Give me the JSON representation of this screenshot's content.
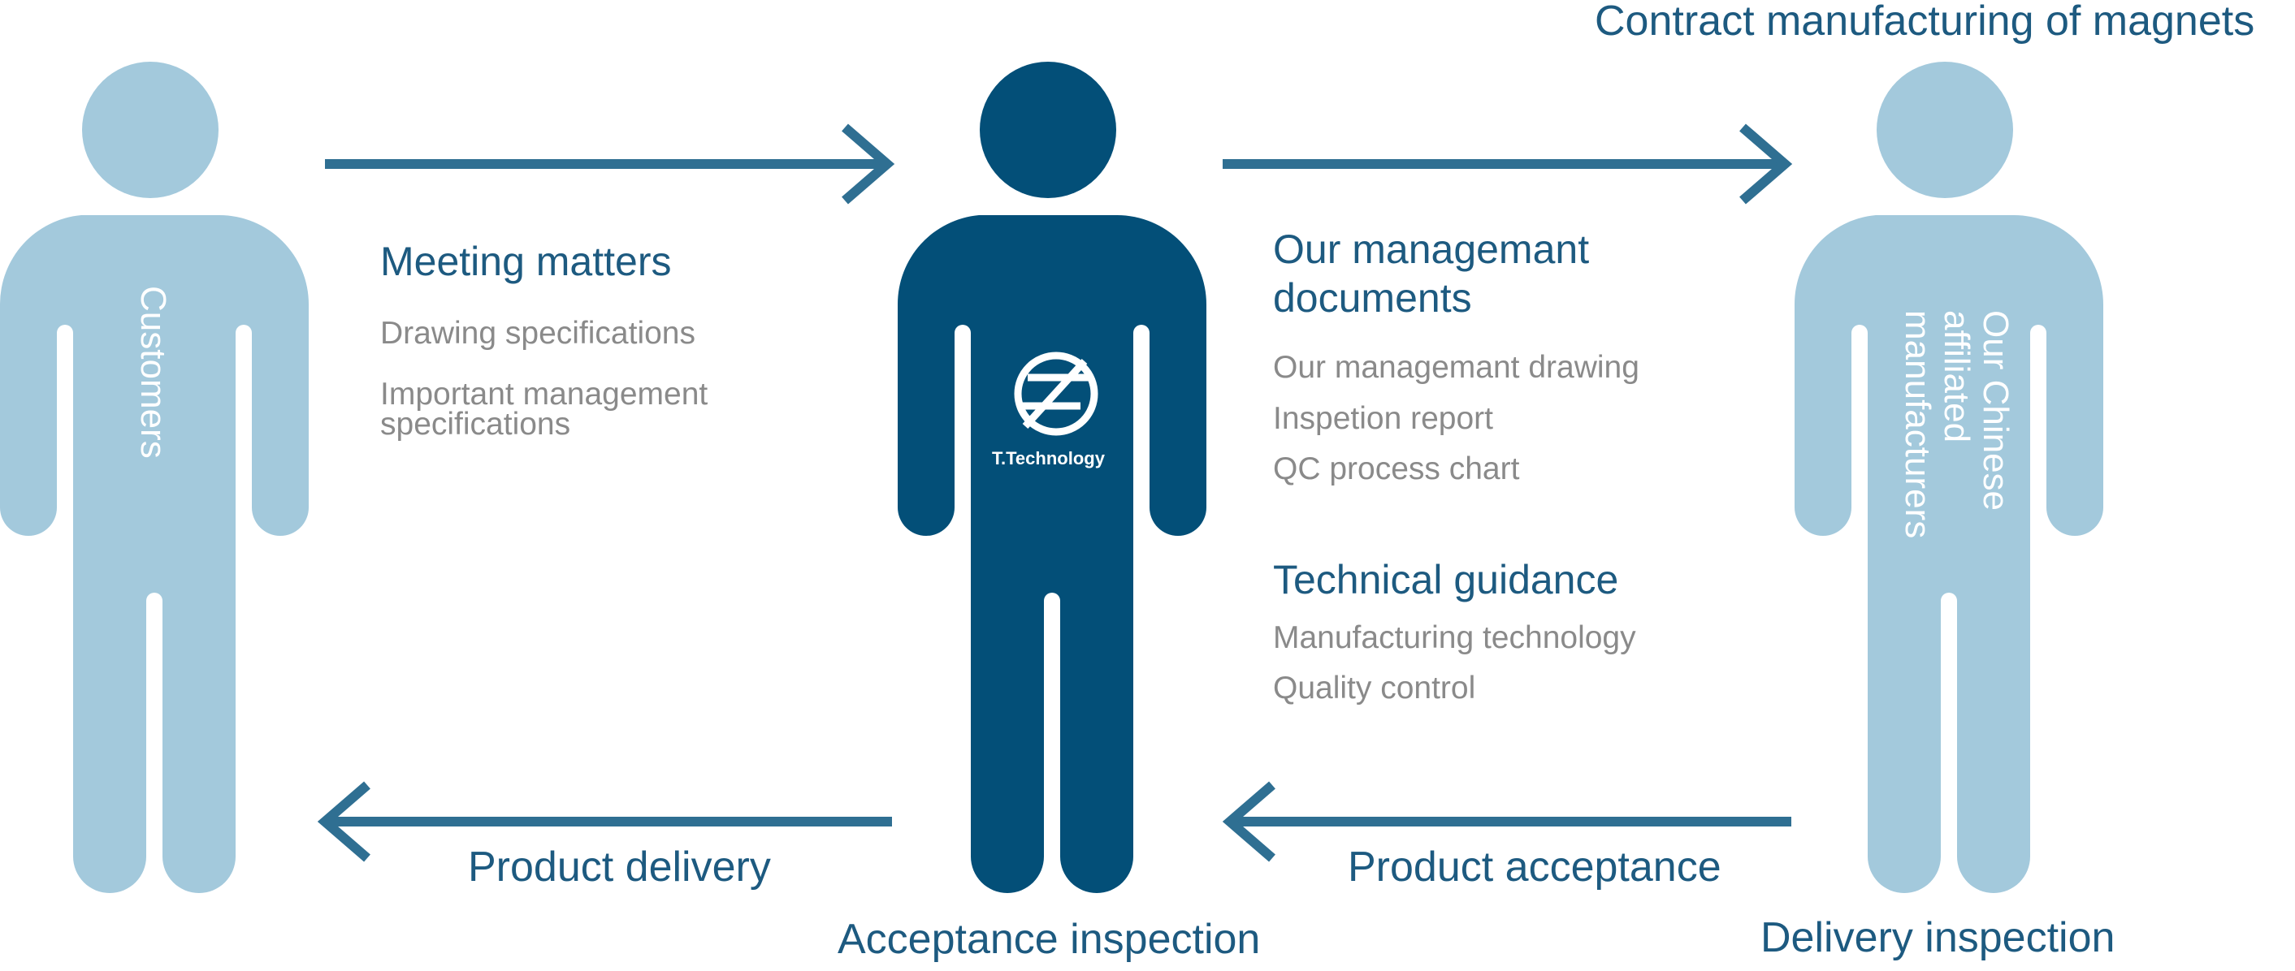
{
  "title": "Contract manufacturing of magnets",
  "colors": {
    "light_figure": "#a3c9dc",
    "dark_figure": "#034f78",
    "arrow": "#2f6f92",
    "heading_text": "#1d5a80",
    "sub_text": "#8a8a8a"
  },
  "figures": {
    "customers": {
      "label": "Customers"
    },
    "center": {
      "logo_text": "T.Technology",
      "caption": "Acceptance inspection"
    },
    "manufacturers": {
      "label_lines": [
        "Our Chinese",
        "affiliated",
        "manufacturers"
      ],
      "caption": "Delivery inspection"
    }
  },
  "meeting": {
    "heading": "Meeting matters",
    "items": [
      "Drawing specifications",
      "Important management",
      "specifications"
    ]
  },
  "documents": {
    "heading_lines": [
      "Our managemant",
      "documents"
    ],
    "items": [
      "Our managemant drawing",
      "Inspetion report",
      "QC process chart"
    ]
  },
  "guidance": {
    "heading": "Technical guidance",
    "items": [
      "Manufacturing technology",
      "Quality control"
    ]
  },
  "flows": {
    "product_delivery": "Product delivery",
    "product_acceptance": "Product acceptance"
  }
}
